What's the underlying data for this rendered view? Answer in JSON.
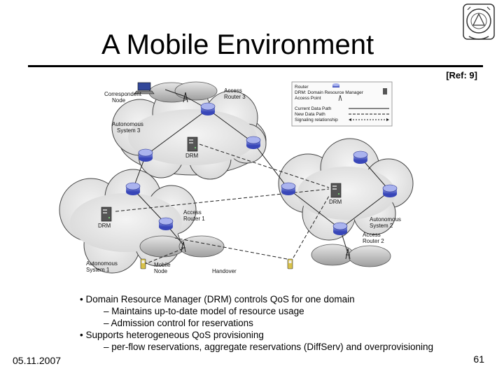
{
  "title": "A Mobile Environment",
  "reference": "[Ref: 9]",
  "footer": {
    "date": "05.11.2007",
    "page": "61"
  },
  "diagram": {
    "labels": {
      "correspondent_node": [
        "Correspondent",
        "Node"
      ],
      "access_router_3": [
        "Access",
        "Router 3"
      ],
      "as3": [
        "Autonomous",
        "System 3"
      ],
      "drm_top": "DRM",
      "drm_left": "DRM",
      "drm_right": "DRM",
      "access_router_1": [
        "Access",
        "Router 1"
      ],
      "autonomous_system_2": [
        "Autonomous",
        "System 2"
      ],
      "access_router_2": [
        "Access",
        "Router 2"
      ],
      "autonomous_system_1": [
        "Autonomous",
        "System 1"
      ],
      "mobile_node": [
        "Mobile",
        "Node"
      ],
      "handover": "Handover"
    },
    "legend": {
      "router": "Router",
      "drm": "DRM: Domain Resource Manager",
      "access_point": "Access Point",
      "current_path": "Current Data Path",
      "new_path": "New Data Path",
      "signaling": "Signaling relationship"
    }
  },
  "bullets": [
    {
      "level": 1,
      "text": "• Domain Resource Manager (DRM) controls QoS for one domain"
    },
    {
      "level": 2,
      "text": "– Maintains up-to-date model of resource usage"
    },
    {
      "level": 2,
      "text": "– Admission control for reservations"
    },
    {
      "level": 1,
      "text": "• Supports heterogeneous QoS provisioning"
    },
    {
      "level": 2,
      "text": "– per-flow reservations, aggregate reservations (DiffServ) and overprovisioning"
    }
  ]
}
